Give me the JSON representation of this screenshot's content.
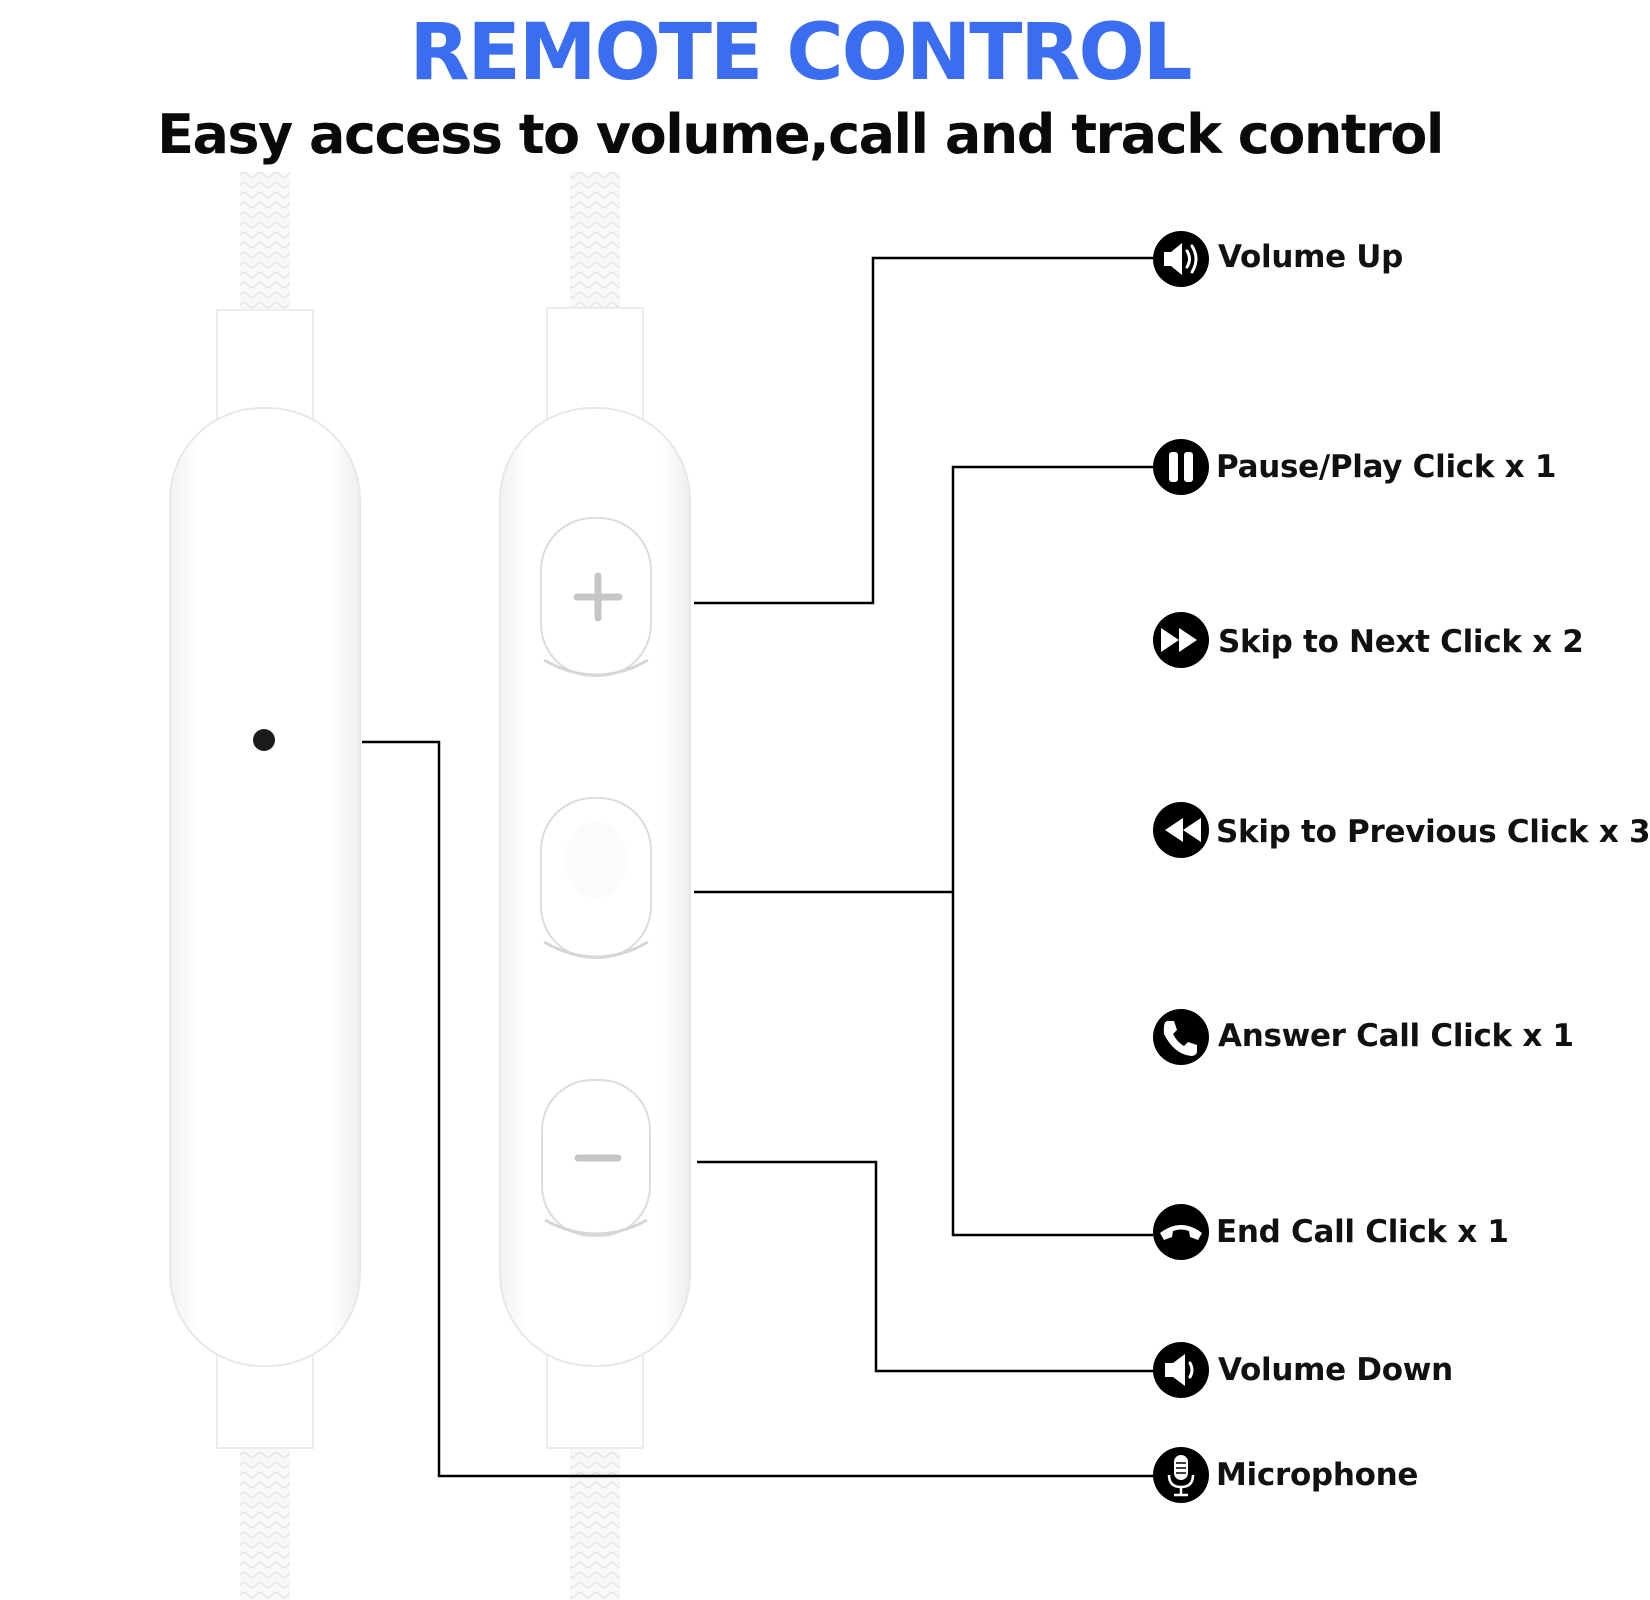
{
  "header": {
    "title": "REMOTE CONTROL",
    "subtitle": "Easy access to volume,call and track control"
  },
  "colors": {
    "title": "#3a6df0",
    "text": "#111111",
    "device": "#ffffff",
    "device_shadow": "#e6e6e6",
    "leader_line": "#000000"
  },
  "remote": {
    "front_buttons": [
      "+",
      "",
      "−"
    ],
    "back_feature": "microphone hole"
  },
  "legend": [
    {
      "icon": "volume-up-icon",
      "label": "Volume Up"
    },
    {
      "icon": "pause-play-icon",
      "label": "Pause/Play Click x 1"
    },
    {
      "icon": "skip-next-icon",
      "label": "Skip to Next Click x 2"
    },
    {
      "icon": "skip-previous-icon",
      "label": "Skip to Previous Click x 3"
    },
    {
      "icon": "answer-call-icon",
      "label": "Answer Call Click x 1"
    },
    {
      "icon": "end-call-icon",
      "label": "End Call Click x 1"
    },
    {
      "icon": "volume-down-icon",
      "label": "Volume Down"
    },
    {
      "icon": "microphone-icon",
      "label": "Microphone"
    }
  ]
}
